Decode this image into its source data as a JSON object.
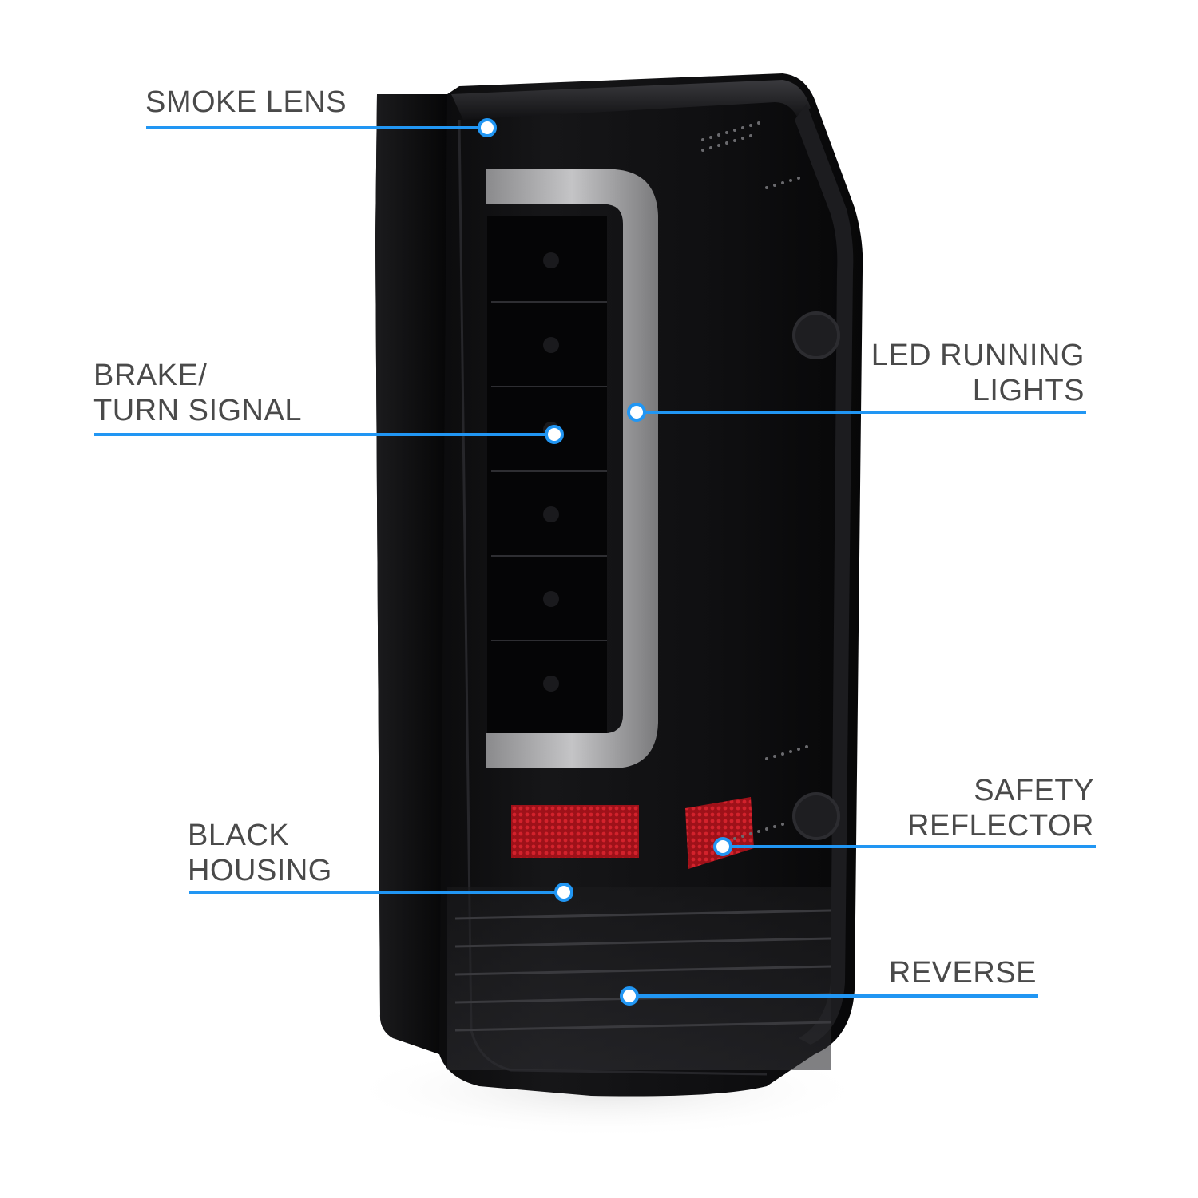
{
  "callouts": {
    "smoke_lens": {
      "lines": [
        "SMOKE LENS"
      ]
    },
    "brake_turn": {
      "lines": [
        "BRAKE/",
        "TURN SIGNAL"
      ]
    },
    "black_housing": {
      "lines": [
        "BLACK",
        "HOUSING"
      ]
    },
    "led_running": {
      "lines": [
        "LED RUNNING",
        "LIGHTS"
      ]
    },
    "safety_reflector": {
      "lines": [
        "SAFETY",
        "REFLECTOR"
      ]
    },
    "reverse": {
      "lines": [
        "REVERSE"
      ]
    }
  },
  "colors": {
    "callout_line": "#2196f3",
    "label_text": "#4a4a4a",
    "housing": "#0c0c0e",
    "reflector": "#b3141c",
    "light_bar": "#a9a9ab"
  },
  "icons": {
    "callout_dot": "white-dot-with-blue-ring"
  }
}
